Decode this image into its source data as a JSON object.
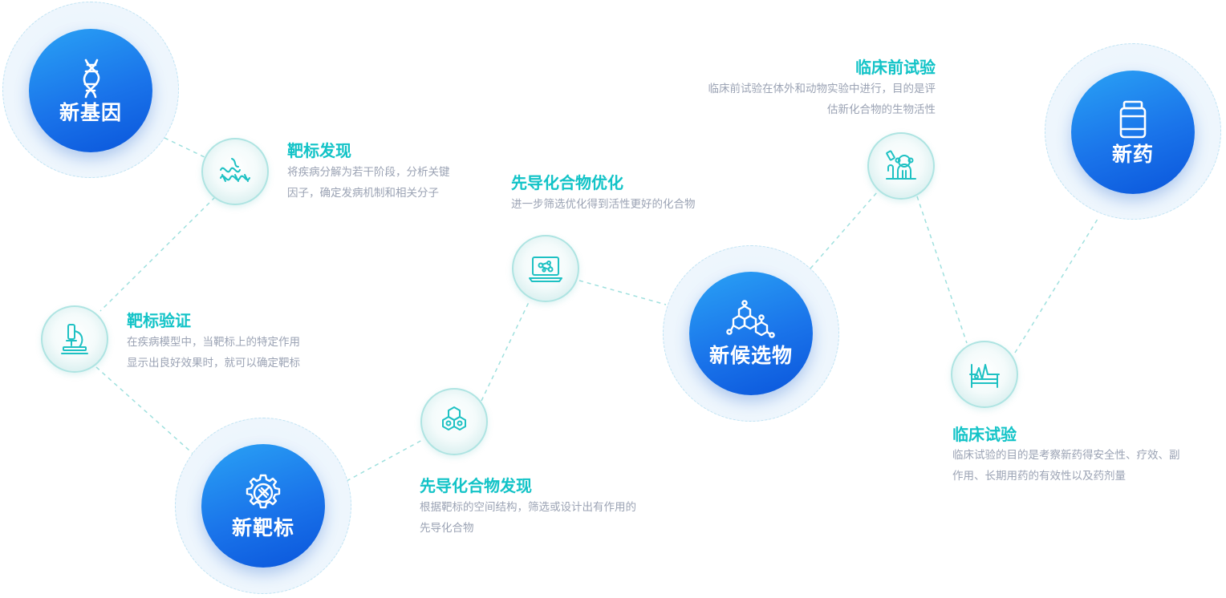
{
  "milestones": {
    "new_gene": "新基因",
    "new_target": "新靶标",
    "new_candidate": "新候选物",
    "new_drug": "新药"
  },
  "steps": {
    "target_discovery": {
      "title": "靶标发现",
      "desc": [
        "将疾病分解为若干阶段，分析关键",
        "因子，确定发病机制和相关分子"
      ]
    },
    "target_validation": {
      "title": "靶标验证",
      "desc": [
        "在疾病模型中，当靶标上的特定作用",
        "显示出良好效果时，就可以确定靶标"
      ]
    },
    "lead_discovery": {
      "title": "先导化合物发现",
      "desc": [
        "根据靶标的空间结构，筛选或设计出有作用的",
        "先导化合物"
      ]
    },
    "lead_optimization": {
      "title": "先导化合物优化",
      "desc": [
        "进一步筛选优化得到活性更好的化合物"
      ]
    },
    "preclinical": {
      "title": "临床前试验",
      "desc": [
        "临床前试验在体外和动物实验中进行，目的是评",
        "估新化合物的生物活性"
      ]
    },
    "clinical": {
      "title": "临床试验",
      "desc": [
        "临床试验的目的是考察新药得安全性、疗效、副",
        "作用、长期用药的有效性以及药剂量"
      ]
    }
  },
  "colors": {
    "title": "#12c3c7",
    "desc": "#9ba3b4",
    "milestone_gradient_start": "#2aa2f5",
    "milestone_gradient_end": "#0a55db",
    "connector": "#9fe0de"
  },
  "icons": {
    "new_gene": "dna-icon",
    "target_discovery": "protein-helix-icon",
    "target_validation": "microscope-icon",
    "new_target": "gear-dna-icon",
    "lead_discovery": "hexagon-rings-icon",
    "lead_optimization": "laptop-molecule-icon",
    "new_candidate": "molecule-structure-icon",
    "preclinical": "lab-monkey-icon",
    "new_drug": "medicine-bottle-icon",
    "clinical": "hospital-bed-monitor-icon"
  }
}
